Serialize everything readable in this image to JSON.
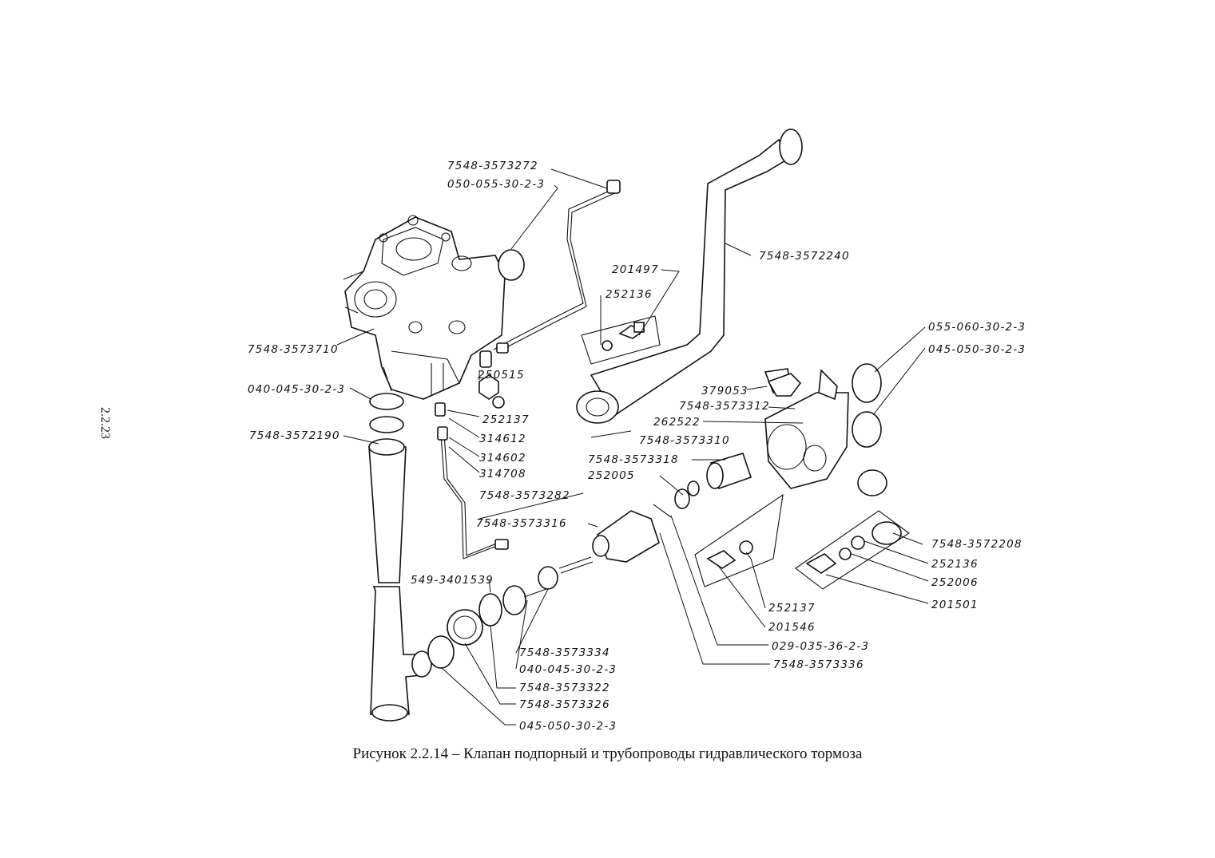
{
  "page_number": "2.2.23",
  "caption": "Рисунок 2.2.14 – Клапан подпорный и трубопроводы гидравлического тормоза",
  "labels": {
    "l01": "7548-3573272",
    "l02": "050-055-30-2-3",
    "l03": "7548-3572240",
    "l04": "201497",
    "l05": "252136",
    "l06": "055-060-30-2-3",
    "l07": "045-050-30-2-3",
    "l08": "7548-3573710",
    "l09": "250515",
    "l10": "379053",
    "l11": "7548-3573312",
    "l12": "040-045-30-2-3",
    "l13": "252137",
    "l14": "262522",
    "l15": "7548-3572190",
    "l16": "314612",
    "l17": "7548-3573310",
    "l18": "314602",
    "l19": "314708",
    "l20": "7548-3573318",
    "l21": "252005",
    "l22": "7548-3573282",
    "l23": "7548-3573316",
    "l24": "7548-3572208",
    "l25": "252136",
    "l26": "252006",
    "l27": "549-3401539",
    "l28": "201501",
    "l29": "252137",
    "l30": "201546",
    "l31": "029-035-36-2-3",
    "l32": "7548-3573334",
    "l33": "7548-3573336",
    "l34": "040-045-30-2-3",
    "l35": "7548-3573322",
    "l36": "7548-3573326",
    "l37": "045-050-30-2-3"
  }
}
